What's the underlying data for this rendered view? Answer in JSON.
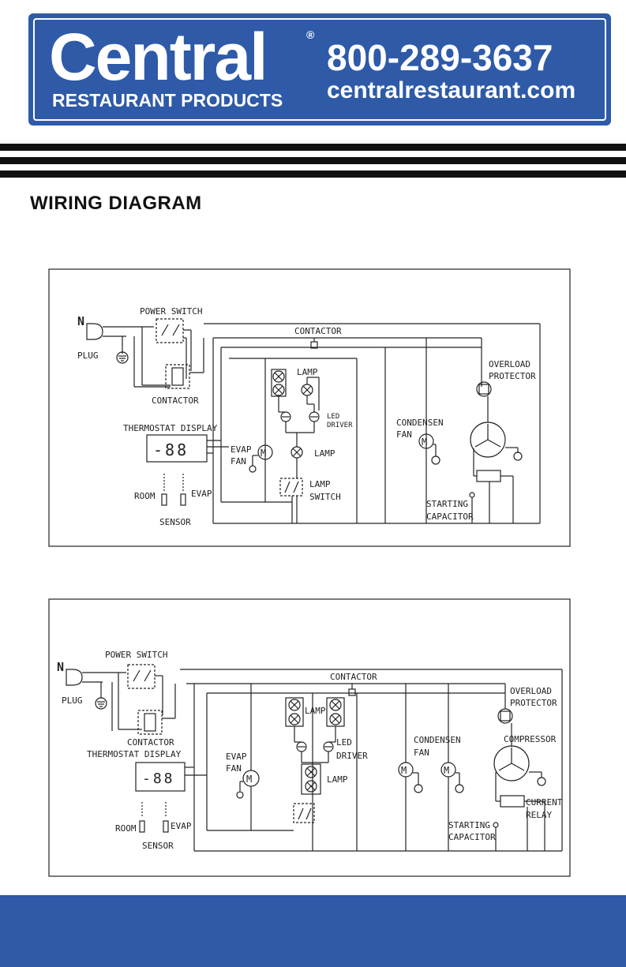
{
  "banner": {
    "brand": "Central",
    "registered": "®",
    "tagline": "RESTAURANT PRODUCTS",
    "phone": "800-289-3637",
    "website": "centralrestaurant.com"
  },
  "heading": "WIRING DIAGRAM",
  "diagram1": {
    "display": "-88",
    "labels": {
      "n": "N",
      "plug": "PLUG",
      "power_switch": "POWER SWITCH",
      "contactor_top": "CONTACTOR",
      "contactor_low": "CONTACTOR",
      "thermostat": "THERMOSTAT DISPLAY",
      "room": "ROOM",
      "evap": "EVAP",
      "sensor": "SENSOR",
      "lamp1": "LAMP",
      "led": "LED",
      "driver": "DRIVER",
      "evap_fan_1": "EVAP",
      "evap_fan_2": "FAN",
      "lamp2": "LAMP",
      "lamp_switch_1": "LAMP",
      "lamp_switch_2": "SWITCH",
      "condensen_1": "CONDENSEN",
      "condensen_2": "FAN",
      "overload_1": "OVERLOAD",
      "overload_2": "PROTECTOR",
      "starting_1": "STARTING",
      "starting_2": "CAPACITOR"
    }
  },
  "diagram2": {
    "display": "-88",
    "labels": {
      "n": "N",
      "plug": "PLUG",
      "power_switch": "POWER SWITCH",
      "contactor_top": "CONTACTOR",
      "contactor_low": "CONTACTOR",
      "thermostat": "THERMOSTAT DISPLAY",
      "room": "ROOM",
      "evap": "EVAP",
      "sensor": "SENSOR",
      "lamp1": "LAMP",
      "led": "LED",
      "driver": "DRIVER",
      "evap_fan_1": "EVAP",
      "evap_fan_2": "FAN",
      "lamp2": "LAMP",
      "condensen_1": "CONDENSEN",
      "condensen_2": "FAN",
      "overload_1": "OVERLOAD",
      "overload_2": "PROTECTOR",
      "compressor": "COMPRESSOR",
      "current_1": "CURRENT",
      "current_2": "RELAY",
      "starting_1": "STARTING",
      "starting_2": "CAPACITOR"
    }
  },
  "colors": {
    "brand_blue": "#2e5aa8",
    "ink": "#222222"
  }
}
